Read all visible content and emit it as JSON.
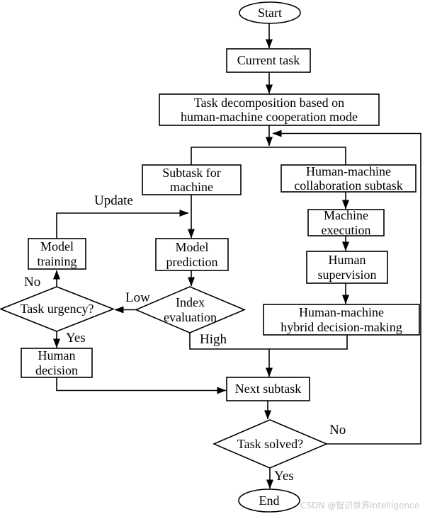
{
  "diagram": {
    "nodes": {
      "start": {
        "label": "Start",
        "shape": "ellipse"
      },
      "current_task": {
        "label": "Current task",
        "shape": "rect"
      },
      "task_decomposition": {
        "label": [
          "Task decomposition based on",
          "human-machine cooperation mode"
        ],
        "shape": "rect"
      },
      "subtask_machine": {
        "label": [
          "Subtask for",
          "machine"
        ],
        "shape": "rect"
      },
      "collaboration_subtask": {
        "label": [
          "Human-machine",
          "collaboration subtask"
        ],
        "shape": "rect"
      },
      "machine_execution": {
        "label": [
          "Machine",
          "execution"
        ],
        "shape": "rect"
      },
      "human_supervision": {
        "label": [
          "Human",
          "supervision"
        ],
        "shape": "rect"
      },
      "model_training": {
        "label": [
          "Model",
          "training"
        ],
        "shape": "rect"
      },
      "model_prediction": {
        "label": [
          "Model",
          "prediction"
        ],
        "shape": "rect"
      },
      "index_evaluation": {
        "label": [
          "Index",
          "evaluation"
        ],
        "shape": "diamond"
      },
      "task_urgency": {
        "label": "Task urgency?",
        "shape": "diamond"
      },
      "human_decision": {
        "label": [
          "Human",
          "decision"
        ],
        "shape": "rect"
      },
      "hybrid_decision": {
        "label": [
          "Human-machine",
          "hybrid decision-making"
        ],
        "shape": "rect"
      },
      "next_subtask": {
        "label": "Next subtask",
        "shape": "rect"
      },
      "task_solved": {
        "label": "Task solved?",
        "shape": "diamond"
      },
      "end": {
        "label": "End",
        "shape": "ellipse"
      }
    },
    "edge_labels": {
      "update": "Update",
      "no_urgency": "No",
      "low": "Low",
      "yes_urgency": "Yes",
      "high": "High",
      "no_solved": "No",
      "yes_solved": "Yes"
    },
    "colors": {
      "line": "#000000",
      "background": "#ffffff",
      "watermark": "#c9c9c9"
    },
    "watermark": "CSDN @智识世界Intelligence"
  }
}
